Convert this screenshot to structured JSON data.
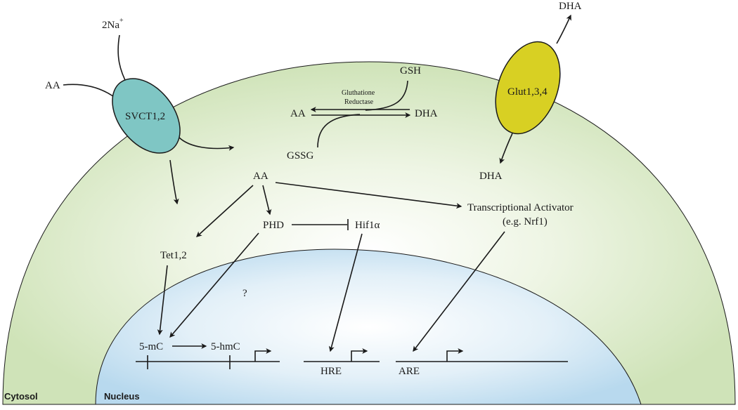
{
  "compartments": {
    "cytosol": "Cytosol",
    "nucleus": "Nucleus"
  },
  "transporters": {
    "svct": "SVCT1,2",
    "glut": "Glut1,3,4"
  },
  "labels": {
    "na": "2Na",
    "na_charge": "+",
    "aa_outside": "AA",
    "dha_outside": "DHA",
    "dha_inside": "DHA",
    "gsh": "GSH",
    "gssg": "GSSG",
    "enzyme_line1": "Gluthatione",
    "enzyme_line2": "Reductase",
    "redox_aa": "AA",
    "redox_dha": "DHA",
    "aa_center": "AA",
    "phd": "PHD",
    "hif": "Hif1α",
    "tet": "Tet1,2",
    "activator_line1": "Transcriptional Activator",
    "activator_line2": "(e.g. Nrf1)",
    "question": "?",
    "mc": "5-mC",
    "hmc": "5-hmC",
    "hre": "HRE",
    "are": "ARE"
  },
  "colors": {
    "cytosol_center": "#ffffff",
    "cytosol_edge": "#cfe3b8",
    "nucleus_center": "#ffffff",
    "nucleus_edge": "#b8d9ee",
    "svct_fill": "#7fc6c4",
    "glut_fill": "#d8d023"
  }
}
